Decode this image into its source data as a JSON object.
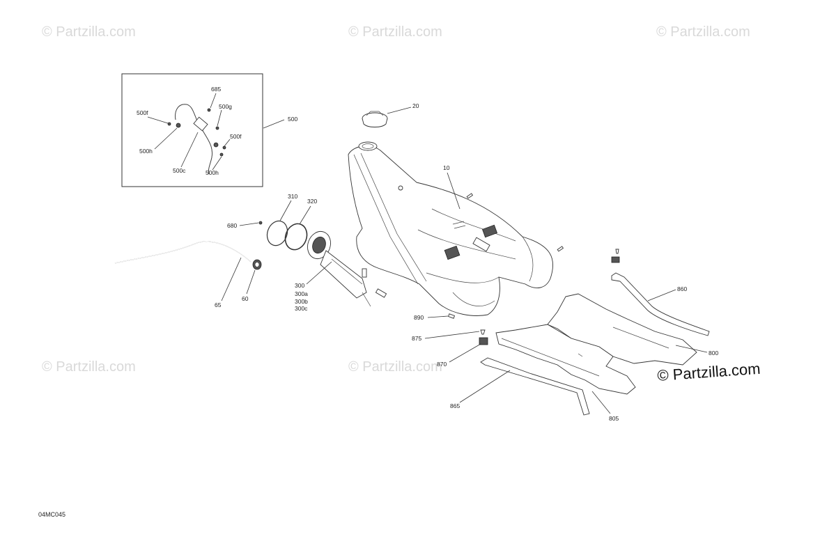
{
  "watermarks": {
    "faint": "© Partzilla.com",
    "main": "© Partzilla.com"
  },
  "diagram_code": "04MC045",
  "callouts": {
    "c685": "685",
    "c500g": "500g",
    "c500f_a": "500f",
    "c500f_b": "500f",
    "c500h_a": "500h",
    "c500h_b": "500h",
    "c500c": "500c",
    "c500": "500",
    "c20": "20",
    "c10": "10",
    "c310": "310",
    "c320": "320",
    "c680": "680",
    "c65": "65",
    "c60": "60",
    "c300": "300",
    "c300a": "300a",
    "c300b": "300b",
    "c300c": "300c",
    "c890": "890",
    "c875": "875",
    "c870": "870",
    "c860": "860",
    "c800": "800",
    "c865": "865",
    "c805": "805"
  }
}
